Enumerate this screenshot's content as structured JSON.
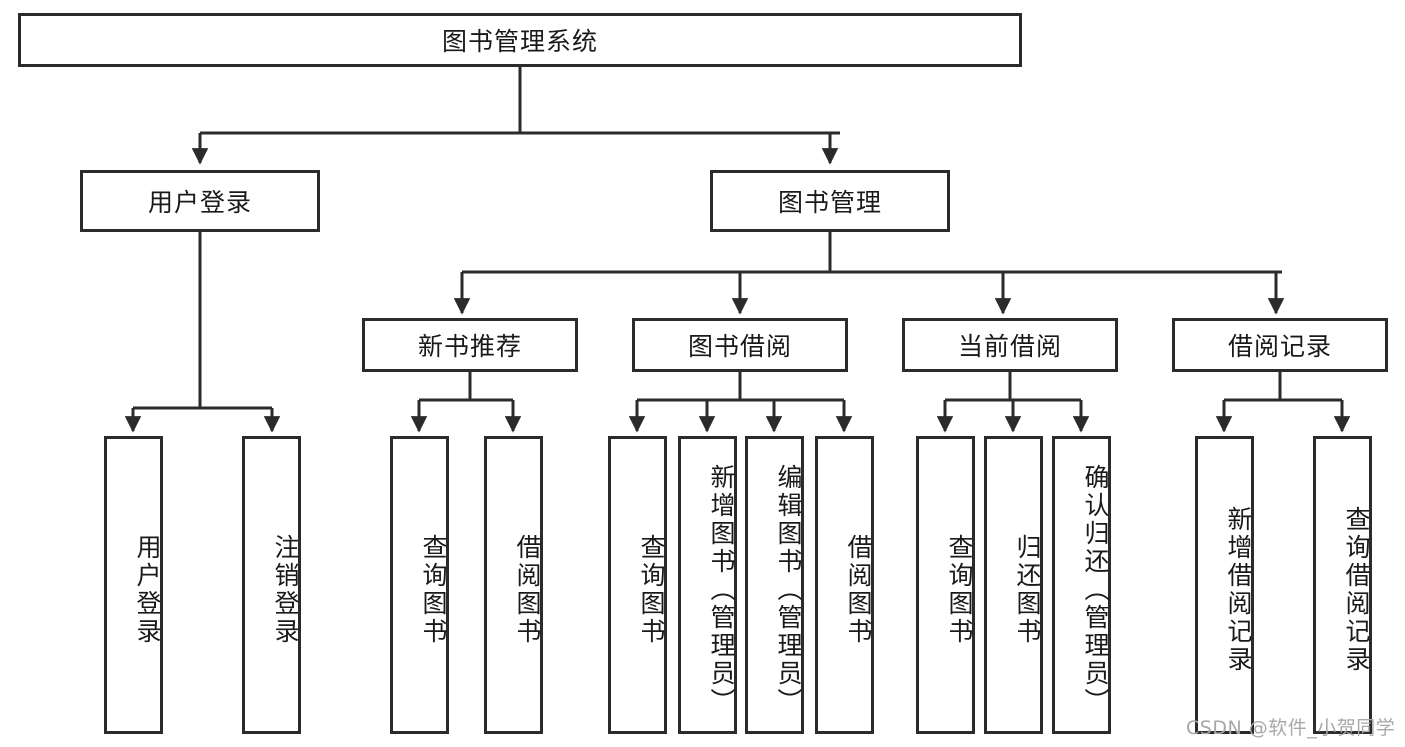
{
  "diagram": {
    "type": "tree-hierarchy-chart",
    "title": "图书管理系统",
    "root": {
      "label": "图书管理系统"
    },
    "level2": [
      {
        "label": "用户登录"
      },
      {
        "label": "图书管理"
      }
    ],
    "level3": [
      {
        "label": "新书推荐",
        "parent": "图书管理"
      },
      {
        "label": "图书借阅",
        "parent": "图书管理"
      },
      {
        "label": "当前借阅",
        "parent": "图书管理"
      },
      {
        "label": "借阅记录",
        "parent": "图书管理"
      }
    ],
    "leaves": [
      {
        "label": "用户登录",
        "parent": "用户登录"
      },
      {
        "label": "注销登录",
        "parent": "用户登录"
      },
      {
        "label": "查询图书",
        "parent": "新书推荐"
      },
      {
        "label": "借阅图书",
        "parent": "新书推荐"
      },
      {
        "label": "查询图书",
        "parent": "图书借阅"
      },
      {
        "label": "新增图书（管理员）",
        "parent": "图书借阅"
      },
      {
        "label": "编辑图书（管理员）",
        "parent": "图书借阅"
      },
      {
        "label": "借阅图书",
        "parent": "图书借阅"
      },
      {
        "label": "查询图书",
        "parent": "当前借阅"
      },
      {
        "label": "归还图书",
        "parent": "当前借阅"
      },
      {
        "label": "确认归还（管理员）",
        "parent": "当前借阅"
      },
      {
        "label": "新增借阅记录",
        "parent": "借阅记录"
      },
      {
        "label": "查询借阅记录",
        "parent": "借阅记录"
      }
    ],
    "watermark": "CSDN @软件_小贺同学",
    "colors": {
      "stroke": "#2b2b2b",
      "fill": "#ffffff",
      "text": "#1a1a1a",
      "watermark": "#a8a8a8"
    }
  }
}
